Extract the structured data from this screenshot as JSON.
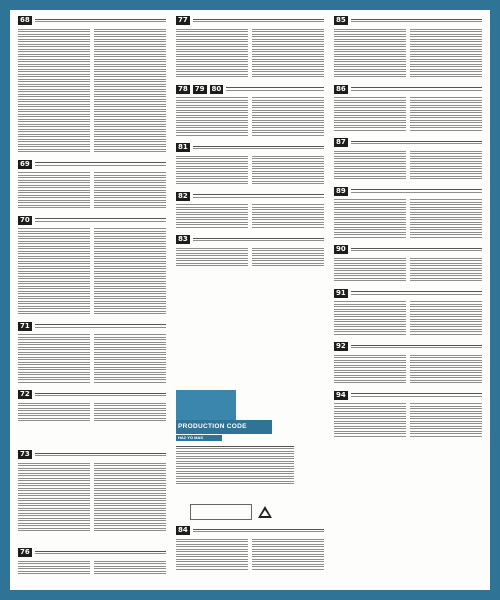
{
  "sections": {
    "s68": {
      "number": "68"
    },
    "s69": {
      "number": "69"
    },
    "s70": {
      "number": "70"
    },
    "s71": {
      "number": "71"
    },
    "s72": {
      "number": "72"
    },
    "s73": {
      "number": "73"
    },
    "s76": {
      "number": "76"
    },
    "s77": {
      "number": "77"
    },
    "s78": {
      "number": "78"
    },
    "s79": {
      "number": "79"
    },
    "s80": {
      "number": "80"
    },
    "s81": {
      "number": "81"
    },
    "s82": {
      "number": "82"
    },
    "s83": {
      "number": "83"
    },
    "s84": {
      "number": "84"
    },
    "s85": {
      "number": "85"
    },
    "s86": {
      "number": "86"
    },
    "s87": {
      "number": "87"
    },
    "s89": {
      "number": "89"
    },
    "s90": {
      "number": "90"
    },
    "s91": {
      "number": "91"
    },
    "s92": {
      "number": "92"
    },
    "s94": {
      "number": "94"
    }
  },
  "production": {
    "title": "PRODUCTION CODE",
    "subtitle": "HAZ YO MAS"
  },
  "colors": {
    "frame": "#2f7497",
    "accent": "#3b86ad",
    "badge": "#1d1d1d"
  }
}
